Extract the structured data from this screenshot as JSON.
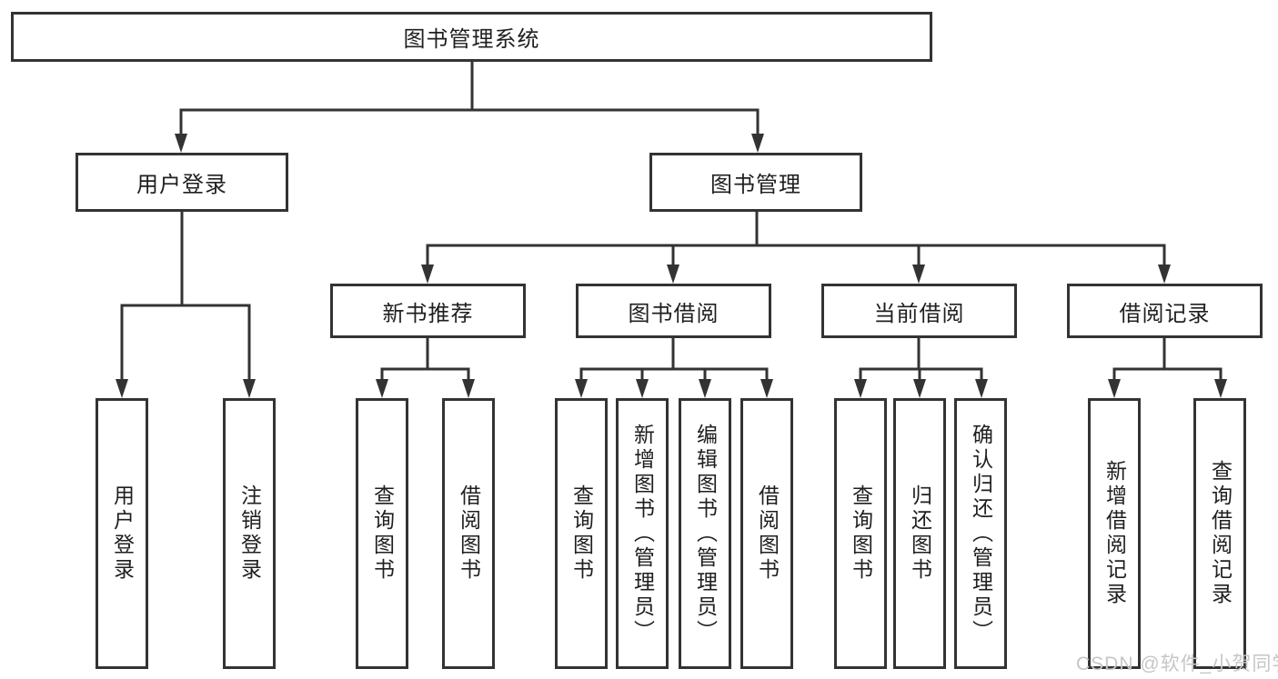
{
  "diagram": {
    "root": "图书管理系统",
    "level2": {
      "login": "用户登录",
      "manage": "图书管理"
    },
    "login_children": [
      "用户登录",
      "注销登录"
    ],
    "manage_children": [
      "新书推荐",
      "图书借阅",
      "当前借阅",
      "借阅记录"
    ],
    "recommend_children": [
      "查询图书",
      "借阅图书"
    ],
    "borrow_children": [
      "查询图书",
      "新增图书（管理员）",
      "编辑图书（管理员）",
      "借阅图书"
    ],
    "current_children": [
      "查询图书",
      "归还图书",
      "确认归还（管理员）"
    ],
    "record_children": [
      "新增借阅记录",
      "查询借阅记录"
    ]
  },
  "watermark": "CSDN @软件_小贺同学",
  "colors": {
    "line": "#333333",
    "text": "#1f1f1f",
    "watermark": "#c6c6c6",
    "background": "#ffffff"
  }
}
